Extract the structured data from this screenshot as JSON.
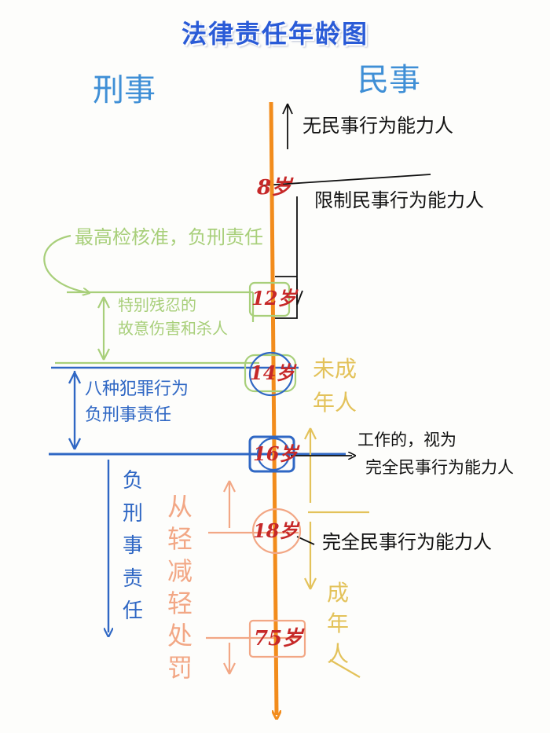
{
  "title": "法律责任年龄图",
  "headers": {
    "criminal": "刑事",
    "civil": "民事"
  },
  "ages": {
    "a8": "8岁",
    "a12": "12岁",
    "a14": "14岁",
    "a16": "16岁",
    "a18": "18岁",
    "a75": "75岁"
  },
  "civil": {
    "none": "无民事行为能力人",
    "limited": "限制民事行为能力人",
    "work16_line1": "工作的，视为",
    "work16_line2": "完全民事行为能力人",
    "full": "完全民事行为能力人",
    "minor": "未成年人",
    "adult": "成年人"
  },
  "criminal": {
    "procuratorate": "最高检核准，负刑责任",
    "special_line1": "特别残忍的",
    "special_line2": "故意伤害和杀人",
    "eight_line1": "八种犯罪行为",
    "eight_line2": "负刑事责任",
    "full_resp": "负刑事责任",
    "lenient": "从轻减轻处罚"
  },
  "colors": {
    "title": "#2a5bd7",
    "timeline": "#f28c1c",
    "age_text": "#c62828",
    "criminal_header": "#3f8fd6",
    "civil_header": "#3f8fd6",
    "green": "#a8cf7a",
    "blue": "#2f67c4",
    "salmon": "#f2a785",
    "yellow": "#e3c25a",
    "ink": "#111111"
  }
}
